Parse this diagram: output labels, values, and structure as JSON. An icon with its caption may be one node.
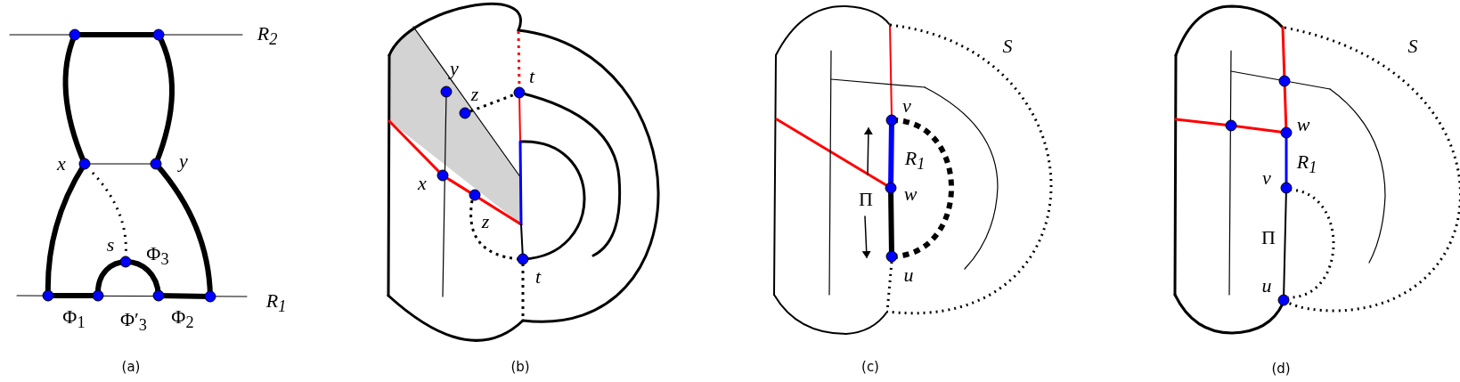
{
  "diagram": {
    "labels": [
      "R$_{2}$",
      "x",
      "y",
      "s",
      "Φ$_{3}$",
      "Φ$_{1}$",
      "Φ′$_{3}$",
      "Φ$_{2}$",
      "R$_{1}$",
      "(a)",
      "y",
      "z",
      "t",
      "x",
      "z",
      "t",
      "(b)",
      "S",
      "v",
      "R$_{1}$",
      "w",
      "Π",
      "u",
      "(c)",
      "S",
      "w",
      "R$_{1}$",
      "v",
      "Π",
      "u",
      "(d)"
    ]
  }
}
